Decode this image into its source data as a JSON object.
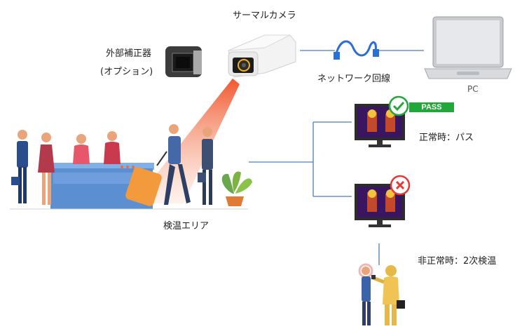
{
  "labels": {
    "thermal_camera": "サーマルカメラ",
    "calibrator_line1": "外部補正器",
    "calibrator_line2": "(オプション)",
    "network_line": "ネットワーク回線",
    "pc": "PC",
    "pass_badge": "PASS",
    "normal": "正常時：パス",
    "abnormal": "非正常時：2次検温",
    "area": "検温エリア"
  },
  "colors": {
    "line": "#4a7fb0",
    "pass_green": "#22a83a",
    "fail_red": "#e53935",
    "beam": "#f26a3a",
    "counter": "#5b8fd1"
  }
}
